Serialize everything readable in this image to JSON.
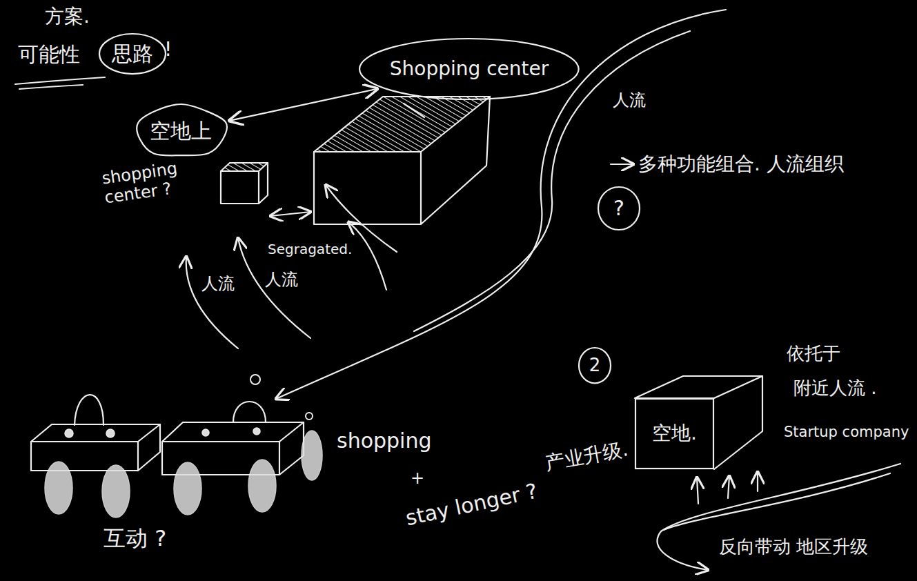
{
  "diagram": {
    "nodes": [
      {
        "text": [
          "思路"
        ]
      },
      {
        "text": [
          "Shopping center"
        ]
      },
      {
        "text": [
          "空地上"
        ]
      },
      {
        "text": [
          "?"
        ]
      },
      {
        "text": [
          "2"
        ]
      },
      {
        "text": [
          "空地."
        ]
      }
    ],
    "edges": [
      {
        "from": 1,
        "to": 2,
        "arrow": "both"
      }
    ],
    "labels": [
      "方案.",
      "可能性",
      "!",
      "shopping center ?",
      "Segragated.",
      "人流",
      "人流",
      "人流",
      "多种功能组合. 人流组织",
      "依托于",
      "附近人流 .",
      "Startup company",
      "产业升级.",
      "反向带动 地区升级",
      "shopping",
      "+",
      "stay longer ?",
      "互动 ?"
    ]
  }
}
